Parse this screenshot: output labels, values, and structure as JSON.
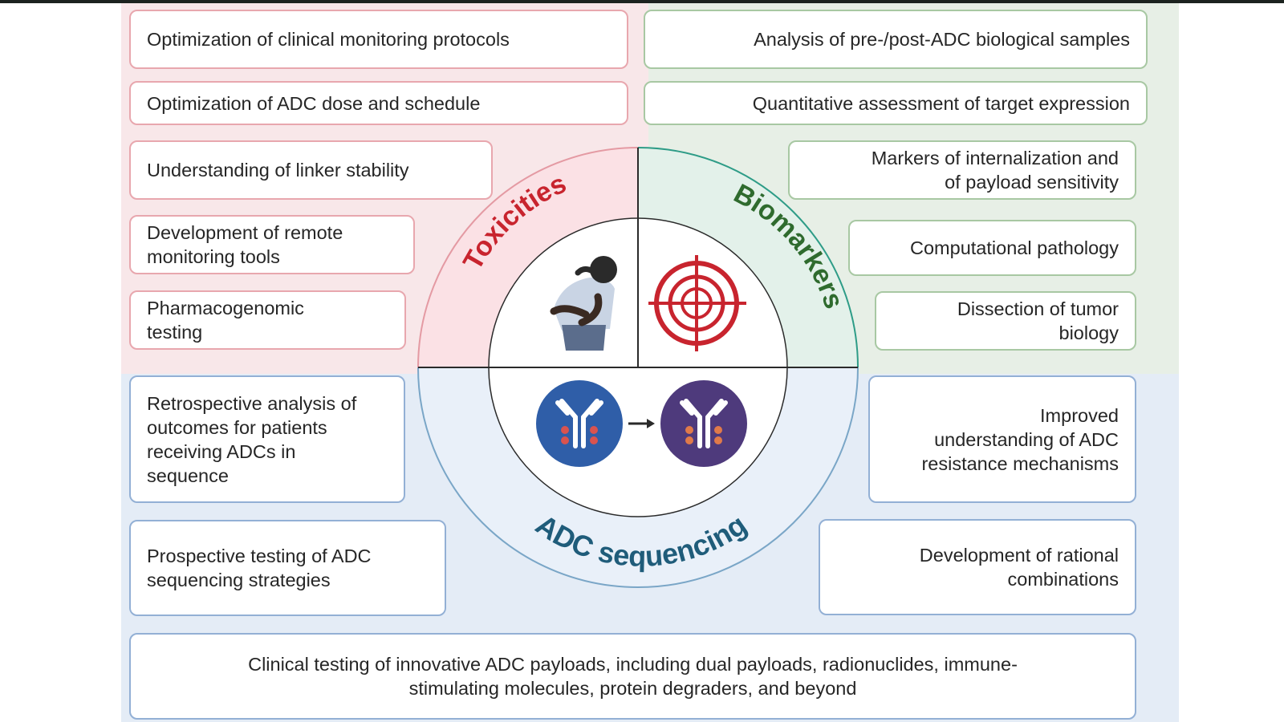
{
  "sections": {
    "toxicities": {
      "title": "Toxicities",
      "color": "#c8242e",
      "items": [
        "Optimization of clinical monitoring protocols",
        "Optimization of ADC dose and schedule",
        "Understanding of linker stability",
        [
          "Development of remote",
          "monitoring tools"
        ],
        [
          "Pharmacogenomic",
          "testing"
        ]
      ]
    },
    "biomarkers": {
      "title": "Biomarkers",
      "color": "#2f6b2e",
      "items": [
        "Analysis of pre-/post-ADC biological samples",
        "Quantitative assessment of target expression",
        [
          "Markers of internalization and",
          "of payload sensitivity"
        ],
        "Computational pathology",
        [
          "Dissection of tumor",
          "biology"
        ]
      ]
    },
    "sequencing": {
      "title": "ADC sequencing",
      "color": "#1f5c7a",
      "items_left": [
        [
          "Retrospective analysis of",
          "outcomes for patients",
          "receiving ADCs in",
          "sequence"
        ],
        [
          "Prospective testing of ADC",
          "sequencing strategies"
        ]
      ],
      "items_right": [
        [
          "Improved",
          "understanding of ADC",
          "resistance mechanisms"
        ],
        [
          "Development of rational",
          "combinations"
        ]
      ],
      "bottom": [
        "Clinical testing of innovative ADC payloads, including dual payloads, radionuclides, immune-",
        "stimulating molecules, protein degraders, and beyond"
      ]
    }
  },
  "icons": [
    "patient-with-abdominal-pain-icon",
    "target-crosshair-icon",
    "antibody-icon",
    "arrow-right-icon",
    "antibody-resistant-icon"
  ],
  "colors": {
    "toxicities_bg": "#f8e7e9",
    "biomarkers_bg": "#e7efe6",
    "sequencing_bg": "#e4ecf6",
    "antibody_blue": "#2f5ea8",
    "antibody_purple": "#4e3a7c",
    "payload": "#d9534f"
  }
}
